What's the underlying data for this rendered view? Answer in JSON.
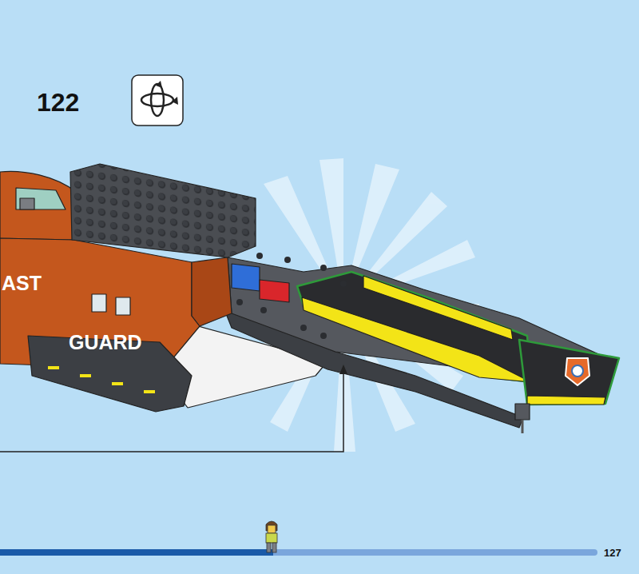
{
  "diagram": {
    "labels": [
      "122",
      "AST",
      "GUARD",
      "127"
    ]
  }
}
